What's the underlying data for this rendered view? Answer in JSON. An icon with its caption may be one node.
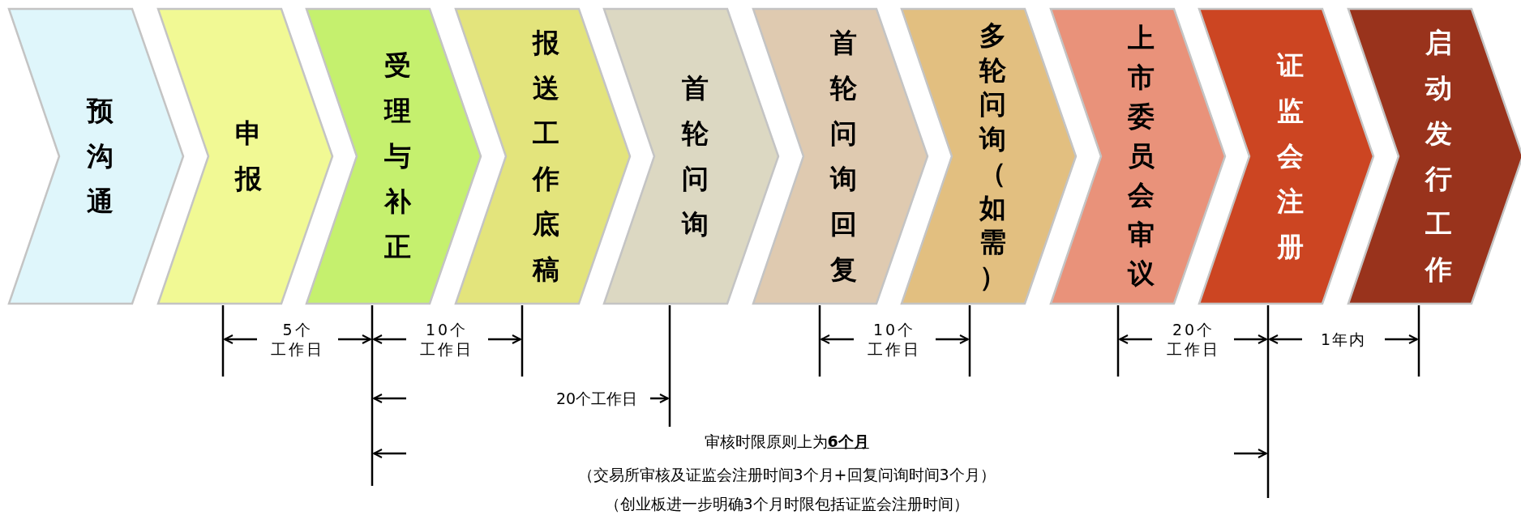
{
  "diagram": {
    "nodes": [
      {
        "text": [
          "预沟通"
        ]
      },
      {
        "text": [
          "申报"
        ]
      },
      {
        "text": [
          "受理与补正"
        ]
      },
      {
        "text": [
          "报送工作底稿"
        ]
      },
      {
        "text": [
          "首轮问询"
        ]
      },
      {
        "text": [
          "首轮问询回复"
        ]
      },
      {
        "text": [
          "多轮问询（如需）"
        ]
      },
      {
        "text": [
          "上市委员会审议"
        ]
      },
      {
        "text": [
          "证监会注册"
        ]
      },
      {
        "text": [
          "启动发行工作"
        ]
      }
    ],
    "labels": [
      "5个工作日",
      "10个工作日",
      "10个工作日",
      "20个工作日",
      "1年内",
      "20个工作日",
      "审核时限原则上为**6个月**",
      "（交易所审核及证监会注册时间3个月+回复问询时间3个月）",
      "（创业板进一步明确3个月时限包括证监会注册时间）"
    ]
  }
}
